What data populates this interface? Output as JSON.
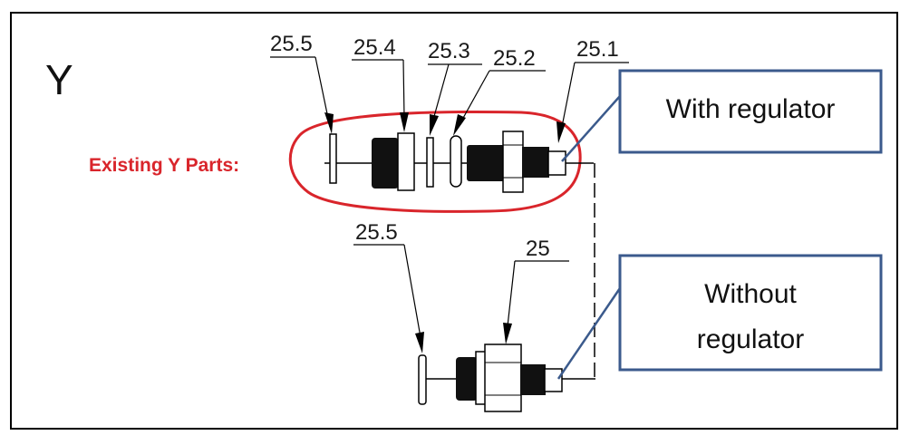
{
  "title_letter": "Y",
  "existing_label": "Existing Y Parts:",
  "callouts": {
    "top": [
      "25.5",
      "25.4",
      "25.3",
      "25.2",
      "25.1"
    ],
    "bottom": [
      "25.5",
      "25"
    ]
  },
  "boxes": {
    "with_regulator": "With regulator",
    "without_regulator_line1": "Without",
    "without_regulator_line2": "regulator"
  },
  "colors": {
    "highlight_red": "#d9252b",
    "box_border_blue": "#3b5a8c",
    "frame_black": "#000000"
  }
}
